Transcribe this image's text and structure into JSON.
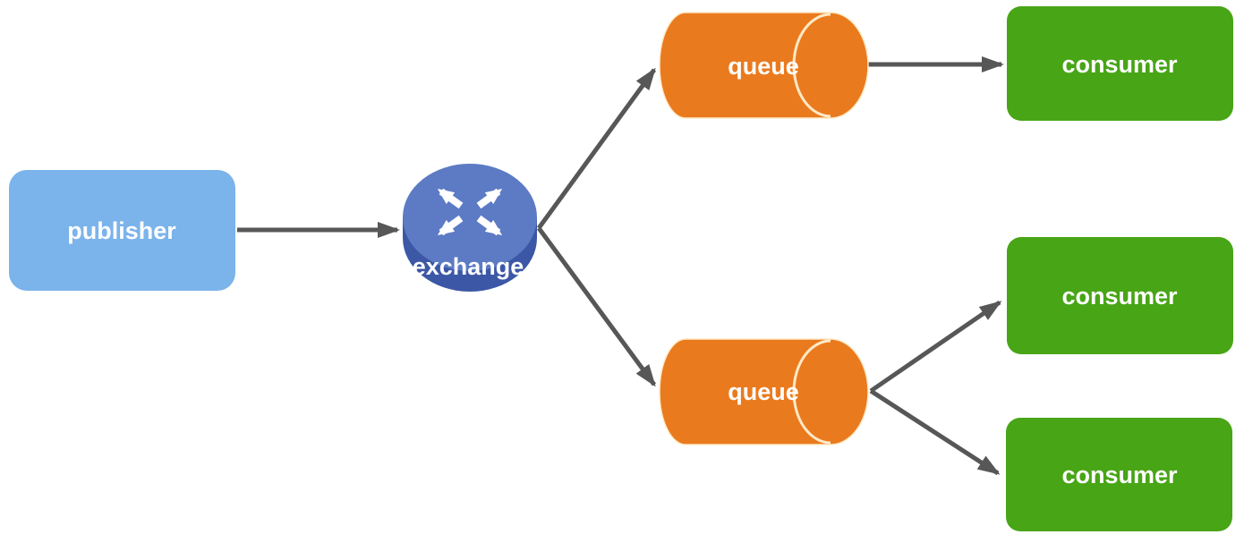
{
  "diagram": {
    "background": "#FFFFFF",
    "arrow_color": "#575757",
    "nodes": {
      "publisher": {
        "label": "publisher",
        "shape": "rounded-rectangle",
        "fill": "#7BB3EB",
        "text_color": "#FFFFFF"
      },
      "exchange": {
        "label": "exchange",
        "shape": "router-3d-disk",
        "top_fill": "#5C7BC4",
        "side_fill": "#3C57A5",
        "glyph": "four-way-arrows",
        "glyph_color": "#FFFFFF",
        "text_color": "#FFFFFF"
      },
      "queue_top": {
        "label": "queue",
        "shape": "horizontal-cylinder",
        "fill": "#EA7A1E",
        "cap_stroke": "#FFE9C6",
        "text_color": "#FFFFFF"
      },
      "queue_bottom": {
        "label": "queue",
        "shape": "horizontal-cylinder",
        "fill": "#EA7A1E",
        "cap_stroke": "#FFE9C6",
        "text_color": "#FFFFFF"
      },
      "consumer_top": {
        "label": "consumer",
        "shape": "rounded-rectangle",
        "fill": "#48A516",
        "text_color": "#FFFFFF"
      },
      "consumer_middle": {
        "label": "consumer",
        "shape": "rounded-rectangle",
        "fill": "#48A516",
        "text_color": "#FFFFFF"
      },
      "consumer_bottom": {
        "label": "consumer",
        "shape": "rounded-rectangle",
        "fill": "#48A516",
        "text_color": "#FFFFFF"
      }
    },
    "edges": [
      {
        "from": "publisher",
        "to": "exchange"
      },
      {
        "from": "exchange",
        "to": "queue_top"
      },
      {
        "from": "exchange",
        "to": "queue_bottom"
      },
      {
        "from": "queue_top",
        "to": "consumer_top"
      },
      {
        "from": "queue_bottom",
        "to": "consumer_middle"
      },
      {
        "from": "queue_bottom",
        "to": "consumer_bottom"
      }
    ]
  }
}
